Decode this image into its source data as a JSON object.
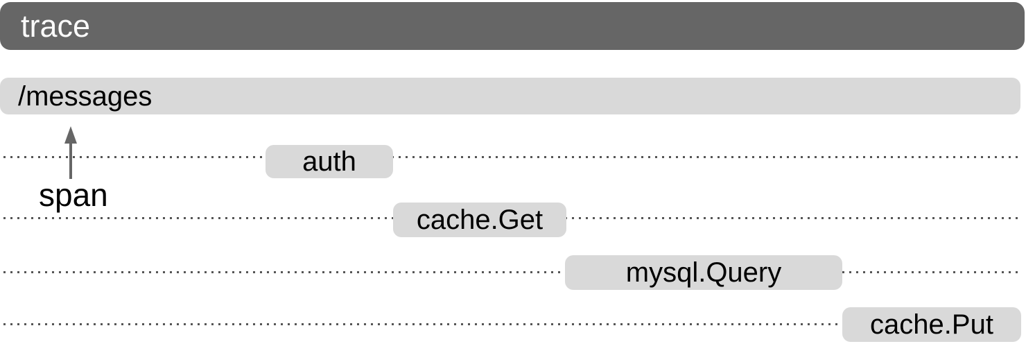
{
  "trace": {
    "label": "trace"
  },
  "parent_span": {
    "label": "/messages"
  },
  "annotation": {
    "label": "span"
  },
  "spans": [
    {
      "label": "auth"
    },
    {
      "label": "cache.Get"
    },
    {
      "label": "mysql.Query"
    },
    {
      "label": "cache.Put"
    }
  ],
  "colors": {
    "trace_bar_bg": "#666666",
    "trace_text": "#fafafa",
    "span_box_bg": "#d9d9d9",
    "span_text": "#000000",
    "dot_color": "#555555",
    "arrow_color": "#666666"
  }
}
